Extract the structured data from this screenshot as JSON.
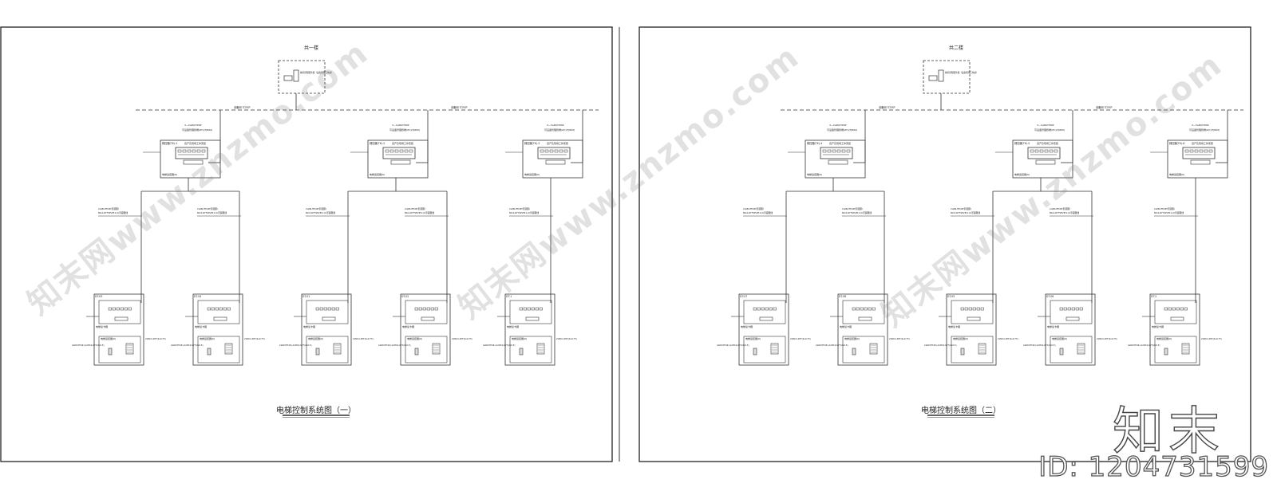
{
  "sheets": [
    {
      "floor_label": "共一楼",
      "title": "电梯控制系统图（一）",
      "controller_labels": [
        "梯控器(TK)-1",
        "梯控器(TK)-2",
        "梯控器(TK)-3"
      ],
      "elevator_labels": [
        "DT-K3",
        "DT-04",
        "DT-01",
        "DT-02",
        "DT-1"
      ]
    },
    {
      "floor_label": "共二楼",
      "title": "电梯控制系统图（二）",
      "controller_labels": [
        "梯控器(TK)-4",
        "梯控器(TK)-5",
        "梯控器(TK)-6"
      ],
      "elevator_labels": [
        "DT-07",
        "DT-08",
        "DT-05",
        "DT-06",
        "DT-2"
      ]
    }
  ],
  "network_label": "设备网 TCP/IP",
  "server_label": "梯控管理服务器（设备管理工作站）",
  "cable_label_1": "3—Cat6UTP4P",
  "cable_label_2": "可设备管理终端(ZC)(TJ600)",
  "controller_sub_label": "自产及现场工作安装",
  "elevator_cable_1": "Cat6UTP4P(带屏蔽)",
  "elevator_cable_2": "MC2-RYTSPVP(1.0)带屏蔽线",
  "elevator_bottom_cable": "Cat6UTP4P+2xMC2-RYT(2x0.5)",
  "elevator_bottom_cable_right": "2xMC2-RYT(2x0.75)",
  "power_label": "电梯运控器(K)",
  "reader_label": "电梯读卡器",
  "watermark_text": "知末网www.znzmo.com",
  "logo_text": "知末",
  "id_text": "ID: 1204731599"
}
